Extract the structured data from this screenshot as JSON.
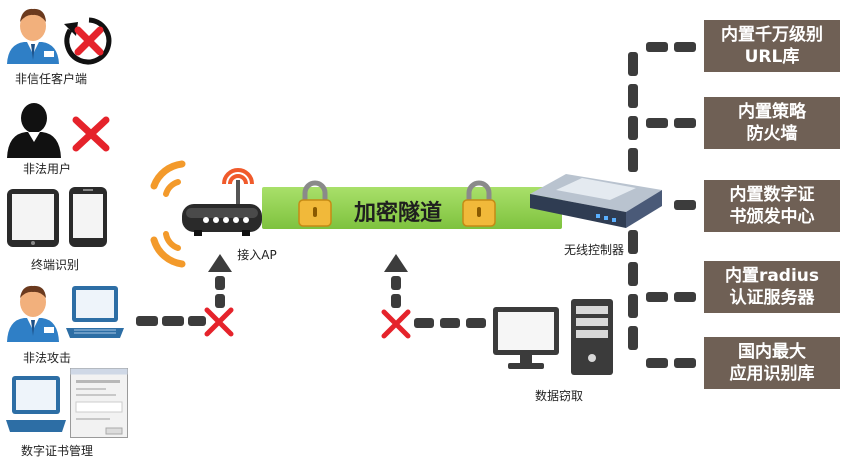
{
  "left_items": {
    "untrusted_client": "非信任客户端",
    "illegal_user": "非法用户",
    "terminal_recognition": "终端识别",
    "illegal_attack": "非法攻击",
    "cert_management": "数字证书管理"
  },
  "center": {
    "access_ap": "接入AP",
    "tunnel": "加密隧道",
    "controller": "无线控制器",
    "data_theft": "数据窃取"
  },
  "features": [
    {
      "line1": "内置千万级别",
      "line2": "URL库"
    },
    {
      "line1": "内置策略",
      "line2": "防火墙"
    },
    {
      "line1": "内置数字证",
      "line2": "书颁发中心"
    },
    {
      "line1": "内置radius",
      "line2": "认证服务器"
    },
    {
      "line1": "国内最大",
      "line2": "应用识别库"
    }
  ],
  "colors": {
    "feature_box": "#6f6055",
    "tunnel": "#8fcf4a",
    "block_x": "#e5232b",
    "connector": "#3c3c3c"
  }
}
